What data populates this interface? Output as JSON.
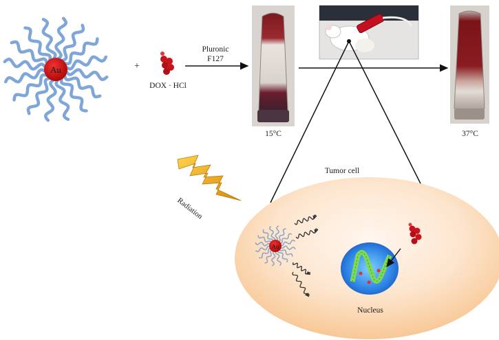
{
  "labels": {
    "au_large": "Au",
    "plus": "+",
    "dox": "DOX · HCl",
    "pluronic_line1": "Pluronic",
    "pluronic_line2": "F127",
    "temp_low": "15°C",
    "temp_high": "37°C",
    "tumor_cell": "Tumor cell",
    "radiation": "Radiation",
    "au_small": "Au",
    "nucleus": "Nucleus"
  },
  "colors": {
    "gold_core": "#d10f0f",
    "gold_text": "#f5d21c",
    "ligand": "#7fa6d8",
    "drug": "#c8141c",
    "cell_outer": "#fde2c3",
    "cell_inner": "#fff3ea",
    "nucleus": "#2f86e6",
    "dna": "#7ed957",
    "bolt": "#f1b320",
    "vial_red": "#8a1c22",
    "vial_clear": "#e6e0dc"
  },
  "icons": [
    "gold-nanoparticle-icon",
    "dox-molecule-icon",
    "mouse-injection-photo",
    "vial-photo",
    "radiation-bolt-icon",
    "wave-icon",
    "dna-icon"
  ]
}
